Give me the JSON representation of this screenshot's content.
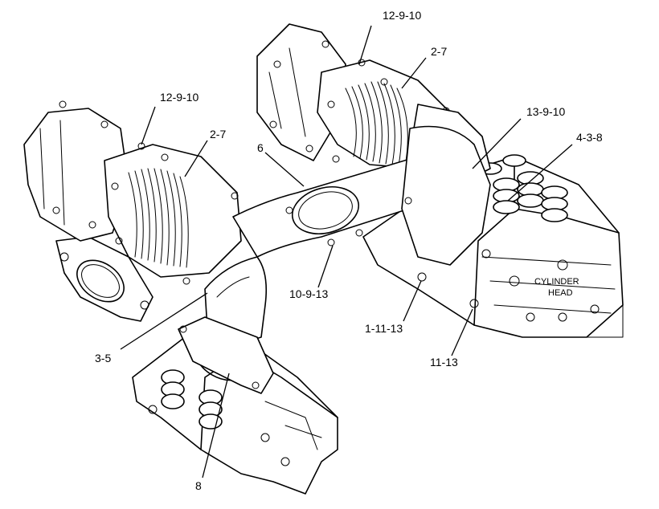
{
  "callouts": {
    "c1": "12-9-10",
    "c2": "2-7",
    "c3": "12-9-10",
    "c4": "2-7",
    "c5": "13-9-10",
    "c6": "6",
    "c7": "4-3-8",
    "c8": "10-9-13",
    "c9": "1-11-13",
    "c10": "11-13",
    "c11": "3-5",
    "c12": "8"
  },
  "head_label": {
    "line1": "CYLINDER",
    "line2": "HEAD"
  }
}
